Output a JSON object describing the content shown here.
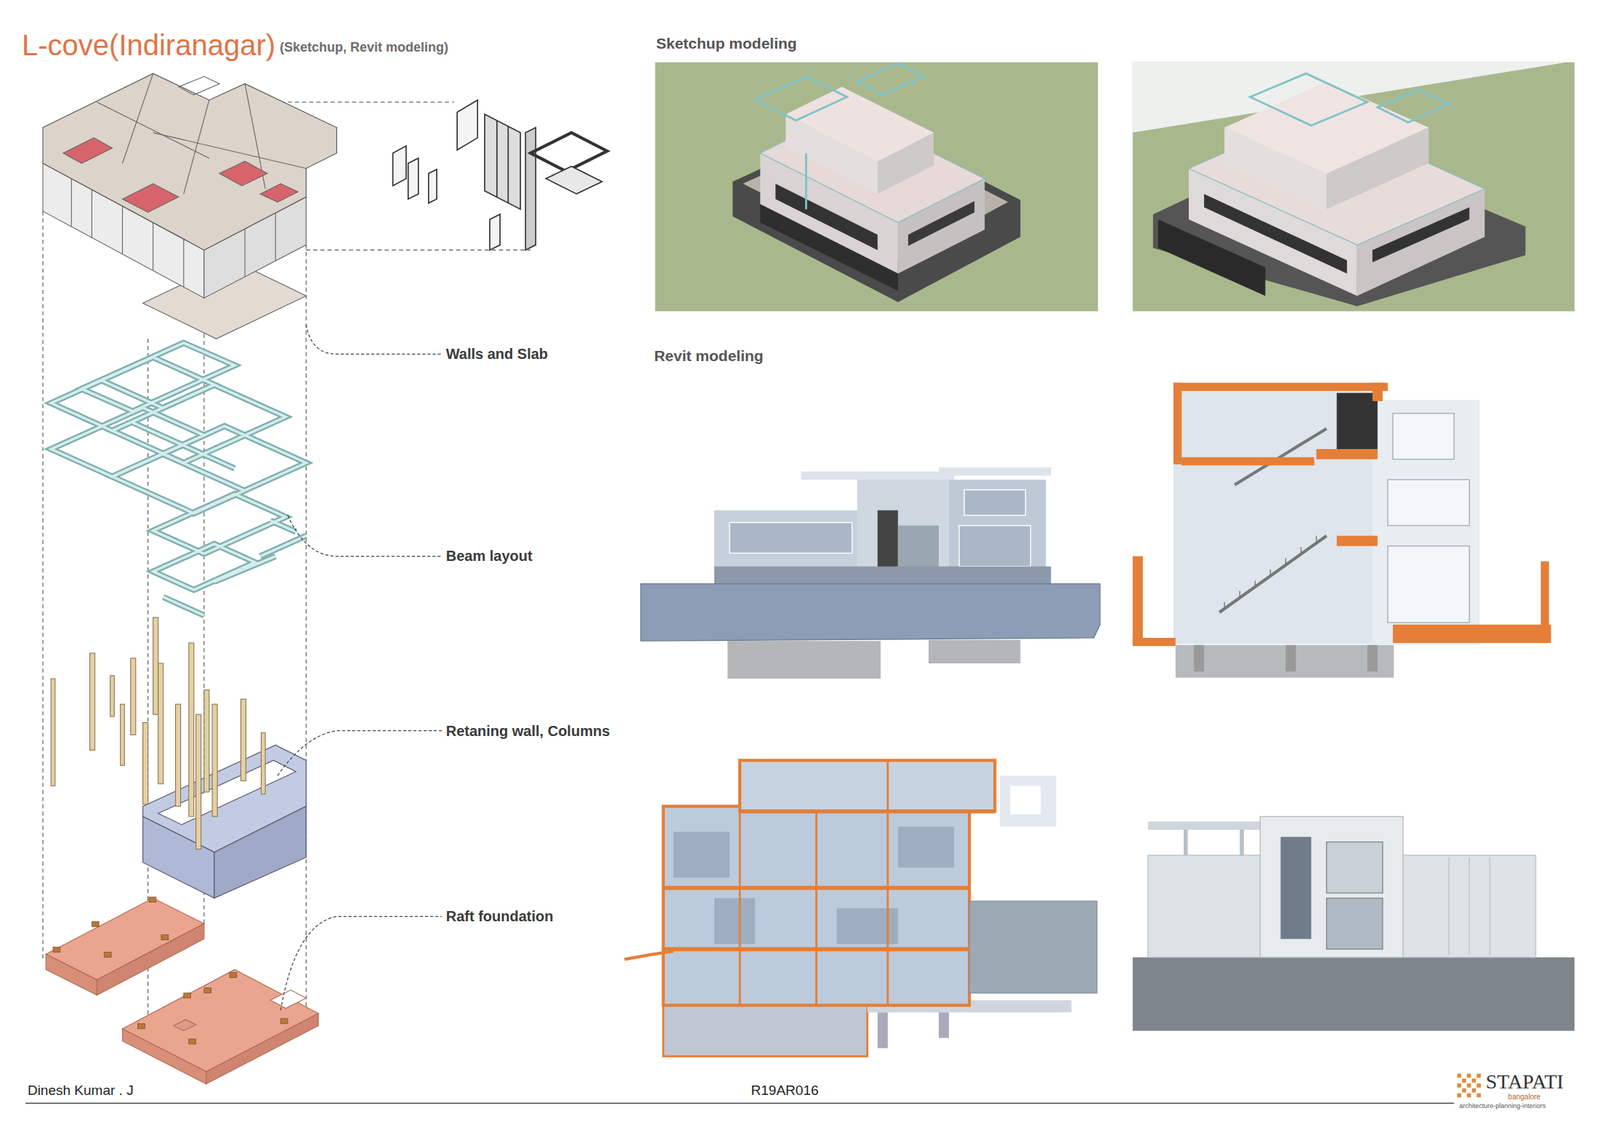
{
  "diagram": {
    "title": "L-cove(Indiranagar)",
    "labels": [
      "(Sketchup, Revit modeling)",
      "Sketchup modeling",
      "Revit modeling",
      "Walls and Slab",
      "Beam layout",
      "Retaning wall, Columns",
      "Raft foundation",
      "Dinesh Kumar . J",
      "R19AR016",
      "STAPATI",
      "bangalore",
      "architecture-planning-interiors"
    ]
  }
}
